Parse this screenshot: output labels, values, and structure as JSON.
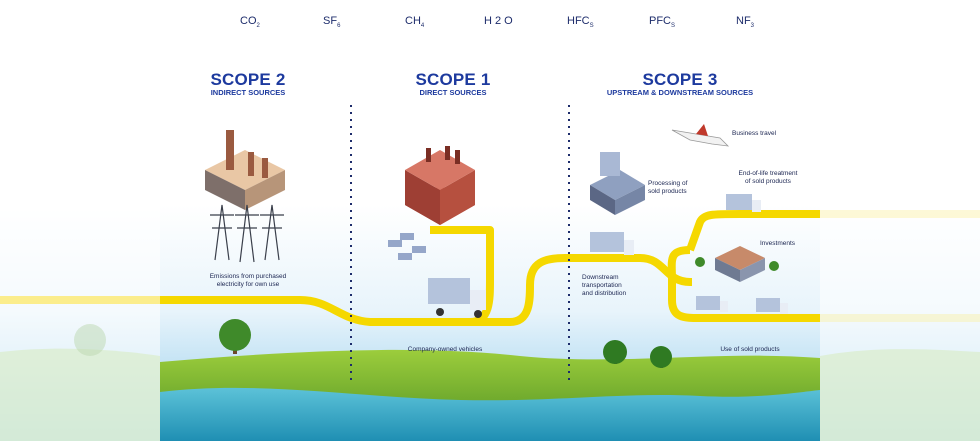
{
  "gases": [
    {
      "base": "CO",
      "sub": "2"
    },
    {
      "base": "SF",
      "sub": "6"
    },
    {
      "base": "CH",
      "sub": "4"
    },
    {
      "base": "H 2 O",
      "sub": ""
    },
    {
      "base": "HFC",
      "sub": "S"
    },
    {
      "base": "PFC",
      "sub": "S"
    },
    {
      "base": "NF",
      "sub": "3"
    }
  ],
  "scopes": {
    "scope2": {
      "title": "SCOPE 2",
      "subtitle": "INDIRECT SOURCES"
    },
    "scope1": {
      "title": "SCOPE 1",
      "subtitle": "DIRECT SOURCES"
    },
    "scope3": {
      "title": "SCOPE 3",
      "subtitle": "UPSTREAM & DOWNSTREAM SOURCES"
    }
  },
  "labels": {
    "purchased_electricity": [
      "Emissions from purchased",
      "electricity for own use"
    ],
    "company_vehicles": [
      "Company-owned vehicles"
    ],
    "business_travel": [
      "Business travel"
    ],
    "processing": [
      "Processing of",
      "sold products"
    ],
    "end_of_life": [
      "End-of-life treatment",
      "of sold products"
    ],
    "investments": [
      "Investments"
    ],
    "downstream": [
      "Downstream",
      "transportation",
      "and distribution"
    ],
    "use_of_products": [
      "Use of sold products"
    ]
  },
  "colors": {
    "accent_yellow": "#f5d800",
    "scope_blue": "#1d3a9e",
    "text_dark": "#1a2450"
  }
}
